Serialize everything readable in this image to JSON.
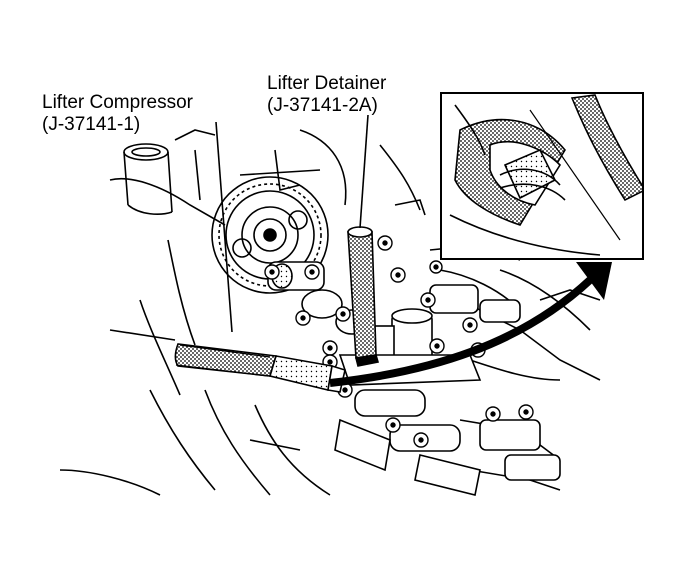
{
  "labels": {
    "lifter_compressor": {
      "name": "Lifter Compressor",
      "part": "(J-37141-1)"
    },
    "lifter_detainer": {
      "name": "Lifter Detainer",
      "part": "(J-37141-2A)"
    }
  },
  "colors": {
    "ink": "#000000",
    "paper": "#ffffff",
    "shade": "#8a8a8a"
  }
}
